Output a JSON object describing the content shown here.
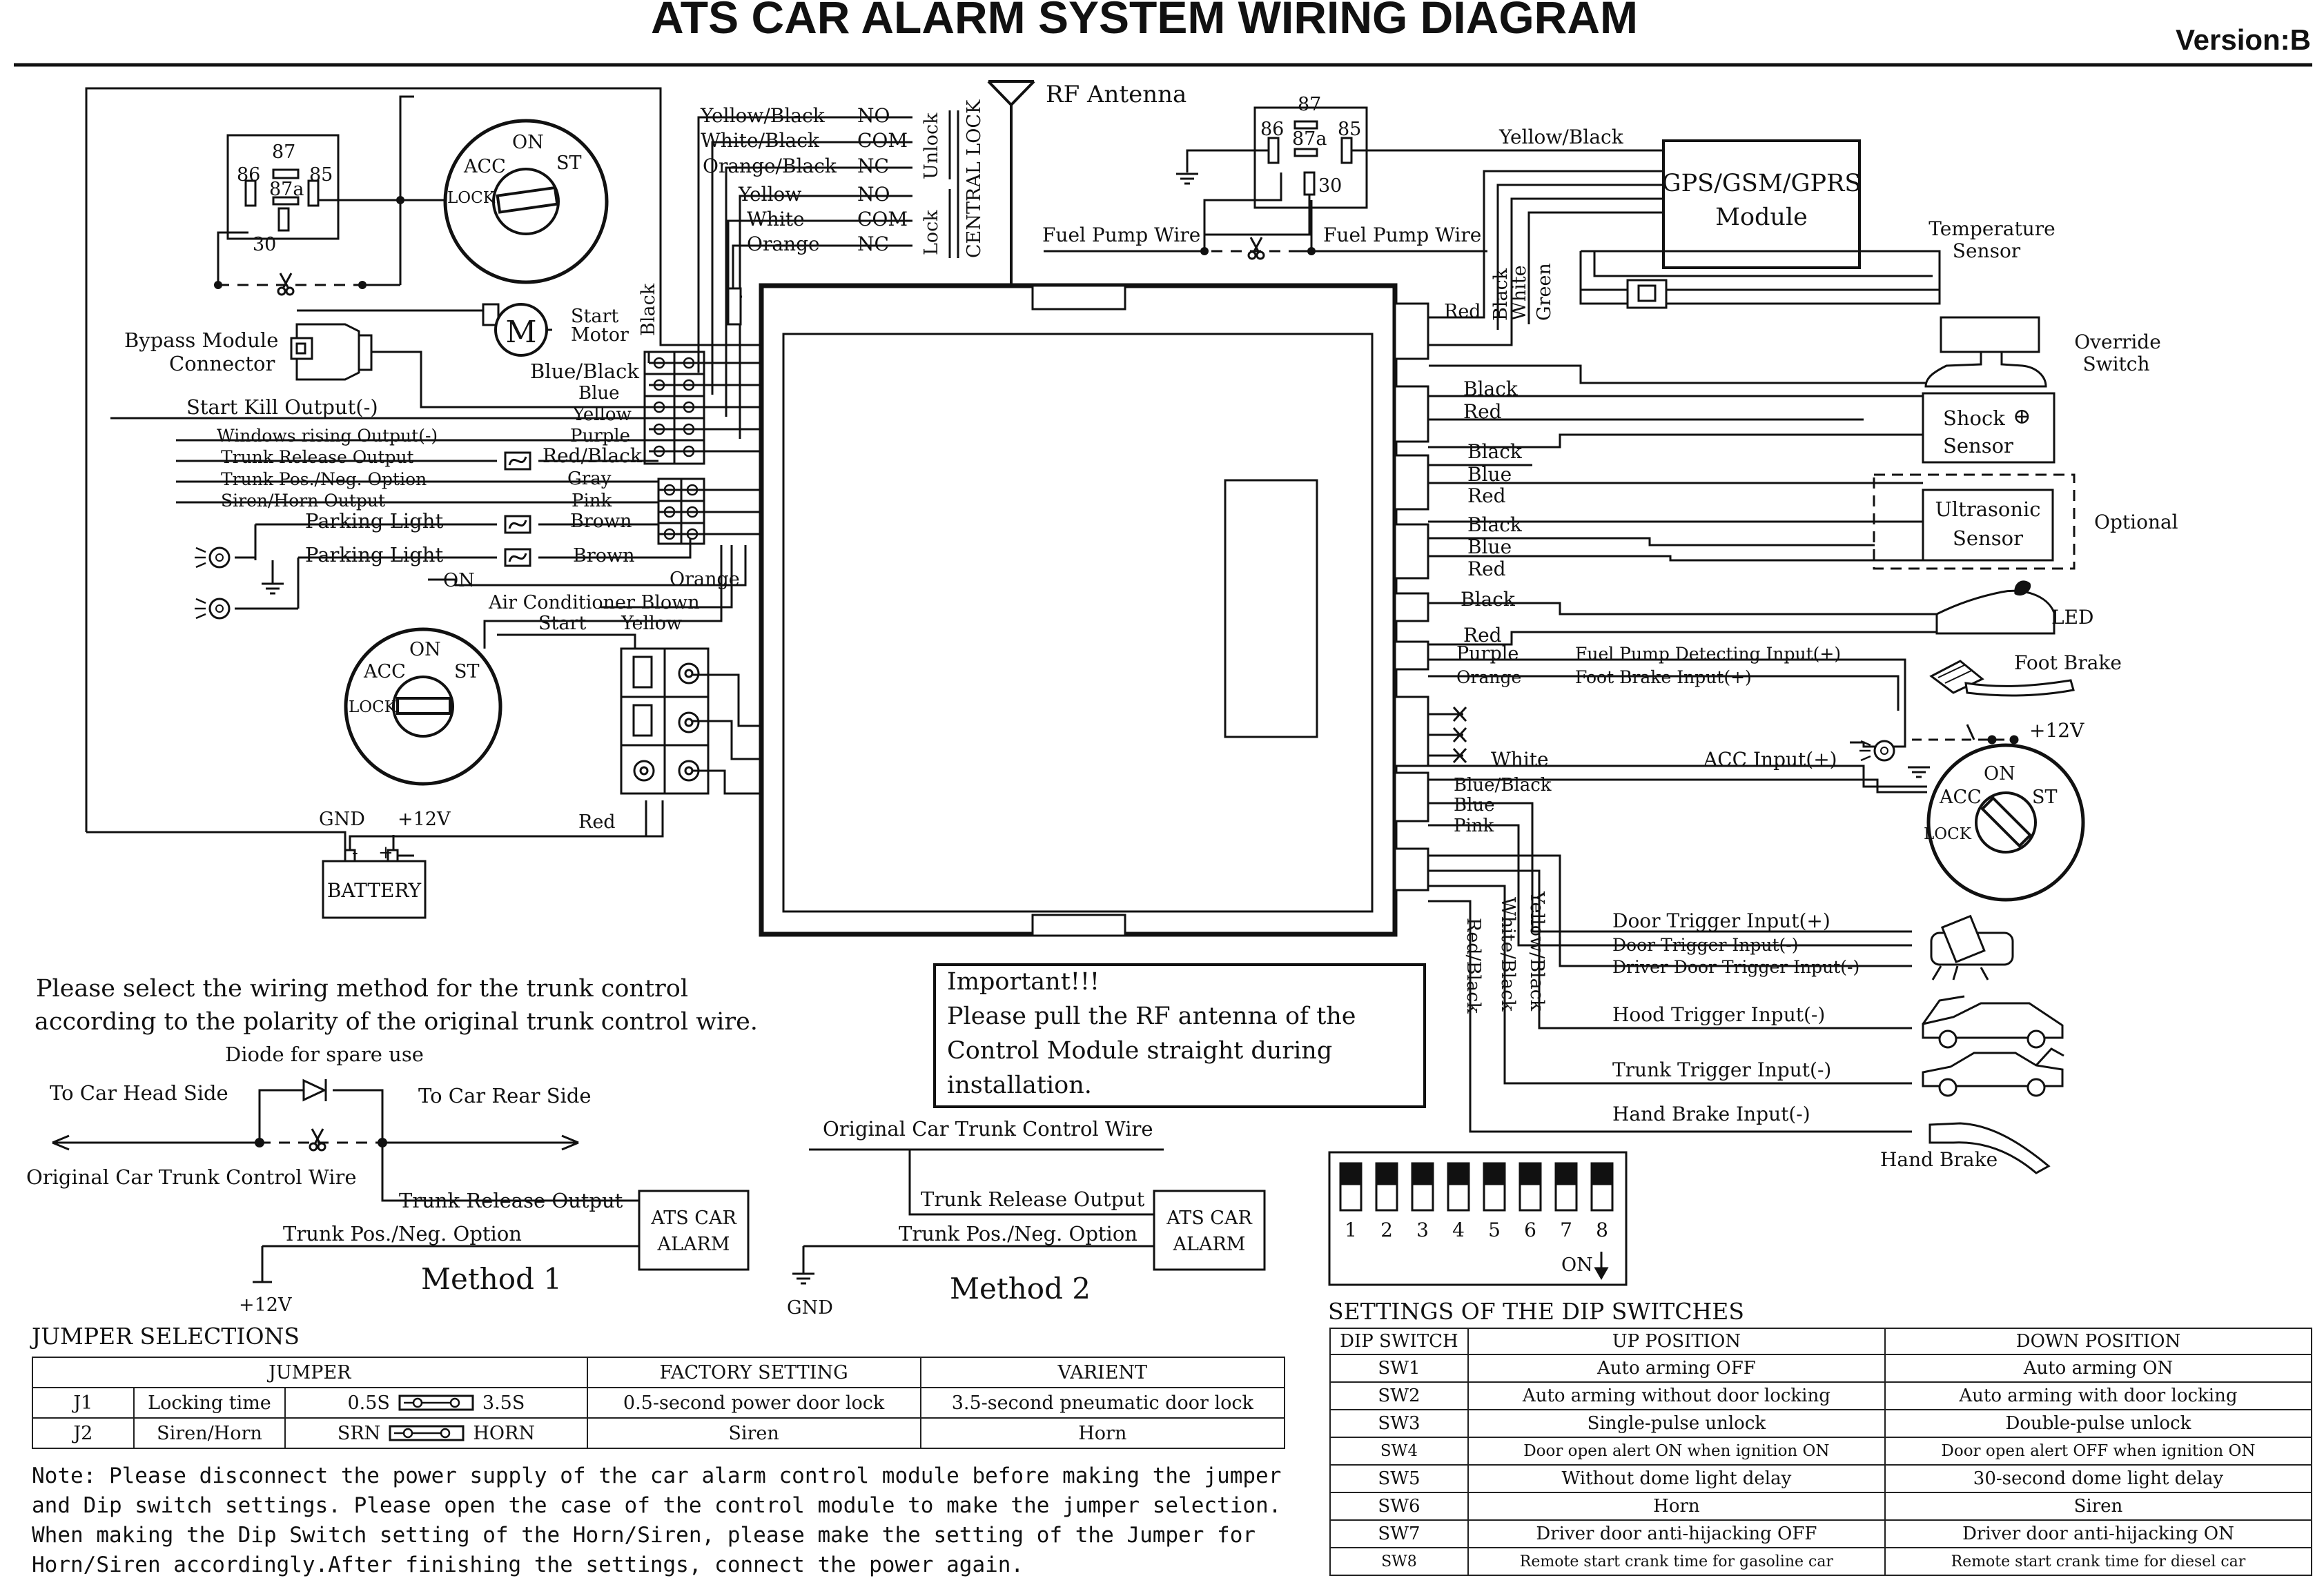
{
  "title": "ATS CAR ALARM SYSTEM WIRING DIAGRAM",
  "version": "Version:B",
  "antenna": "RF Antenna",
  "relay_pins": {
    "p87": "87",
    "p87a": "87a",
    "p86": "86",
    "p85": "85",
    "p30": "30"
  },
  "ignition": {
    "on": "ON",
    "acc": "ACC",
    "st": "ST",
    "lock": "LOCK"
  },
  "motor": {
    "symbol": "M",
    "label1": "Start",
    "label2": "Motor"
  },
  "bypass": {
    "line1": "Bypass Module",
    "line2": "Connector"
  },
  "central_lock": {
    "group": "CENTRAL LOCK",
    "unlock": "Unlock",
    "lock": "Lock",
    "wires": [
      {
        "color": "Yellow/Black",
        "pin": "NO"
      },
      {
        "color": "White/Black",
        "pin": "COM"
      },
      {
        "color": "Orange/Black",
        "pin": "NC"
      },
      {
        "color": "Yellow",
        "pin": "NO"
      },
      {
        "color": "White",
        "pin": "COM"
      },
      {
        "color": "Orange",
        "pin": "NC"
      }
    ]
  },
  "left_wires": {
    "black": "Black",
    "colors": [
      "Blue/Black",
      "Blue",
      "Yellow",
      "Purple",
      "Red/Black",
      "Gray",
      "Pink",
      "Brown",
      "Brown",
      "Orange"
    ],
    "functions": [
      "Start Kill Output(-)",
      "Windows rising Output(-)",
      "Trunk Release Output",
      "Trunk Pos./Neg. Option",
      "Siren/Horn Output",
      "Parking Light",
      "Parking Light"
    ],
    "on_label": "ON",
    "ac_blown": "Air Conditioner Blown",
    "start": "Start",
    "start_yellow": "Yellow",
    "gnd": "GND",
    "v12": "+12V",
    "red": "Red",
    "battery": "BATTERY",
    "minus": "-",
    "plus": "+"
  },
  "fuel_pump": {
    "wire_left": "Fuel Pump Wire",
    "wire_right": "Fuel Pump Wire",
    "yellow_black": "Yellow/Black"
  },
  "gps": {
    "line1": "GPS/GSM/GPRS",
    "line2": "Module",
    "red": "Red",
    "black": "Black",
    "white": "White",
    "green": "Green"
  },
  "right": {
    "temperature": {
      "line1": "Temperature",
      "line2": "Sensor"
    },
    "override": {
      "line1": "Override",
      "line2": "Switch"
    },
    "shock": {
      "line1": "Shock",
      "line2": "Sensor",
      "plus": "⊕"
    },
    "ultrasonic": {
      "line1": "Ultrasonic",
      "line2": "Sensor"
    },
    "optional": "Optional",
    "led": "LED",
    "foot_brake": "Foot Brake",
    "v12": "+12V",
    "wire_black1": "Black",
    "wire_red1": "Red",
    "wire_black2": "Black",
    "wire_blue2": "Blue",
    "wire_red2": "Red",
    "wire_black3": "Black",
    "wire_blue3": "Blue",
    "wire_red3": "Red",
    "wire_black4": "Black",
    "wire_red4": "Red",
    "purple": "Purple",
    "orange": "Orange",
    "fuel_detect": "Fuel Pump Detecting Input(+)",
    "foot_input": "Foot Brake Input(+)",
    "white": "White",
    "acc_input": "ACC Input(+)",
    "blue_black": "Blue/Black",
    "blue": "Blue",
    "pink": "Pink",
    "yellow_black": "Yellow/Black",
    "white_black": "White/Black",
    "red_black": "Red/Black",
    "door_pos": "Door Trigger Input(+)",
    "door_neg": "Door Trigger Input(-)",
    "driver_door": "Driver Door Trigger Input(-)",
    "hood": "Hood Trigger Input(-)",
    "trunk": "Trunk Trigger Input(-)",
    "hand_brake_input": "Hand Brake Input(-)",
    "hand_brake": "Hand Brake"
  },
  "important": {
    "lines": [
      "Important!!!",
      "Please pull the RF antenna of the",
      "Control Module straight during",
      "installation."
    ]
  },
  "trunk_method": {
    "intro1": "Please select the wiring method for the trunk control",
    "intro2": "according to the polarity of the original trunk control wire.",
    "diode": "Diode for spare use",
    "to_head": "To Car Head Side",
    "to_rear": "To Car Rear Side",
    "orig_wire": "Original Car Trunk Control Wire",
    "trunk_release": "Trunk Release Output",
    "trunk_pos_neg": "Trunk Pos./Neg. Option",
    "ats_alarm1": "ATS CAR",
    "ats_alarm2": "ALARM",
    "v12": "+12V",
    "method1": "Method 1",
    "orig_wire2": "Original Car Trunk Control Wire",
    "trunk_release2": "Trunk Release Output",
    "trunk_pos_neg2": "Trunk Pos./Neg. Option",
    "gnd": "GND",
    "method2": "Method 2"
  },
  "dip": {
    "numbers": [
      "1",
      "2",
      "3",
      "4",
      "5",
      "6",
      "7",
      "8"
    ],
    "on": "ON",
    "heading": "SETTINGS OF THE DIP SWITCHES"
  },
  "jumper": {
    "heading": "JUMPER SELECTIONS",
    "headers": [
      "JUMPER",
      "FACTORY SETTING",
      "VARIENT"
    ],
    "rows": [
      {
        "id": "J1",
        "name": "Locking time",
        "left": "0.5S",
        "right": "3.5S",
        "factory": "0.5-second power door lock",
        "variant": "3.5-second pneumatic door lock"
      },
      {
        "id": "J2",
        "name": "Siren/Horn",
        "left": "SRN",
        "right": "HORN",
        "factory": "Siren",
        "variant": "Horn"
      }
    ]
  },
  "dip_table": {
    "headers": [
      "DIP SWITCH",
      "UP POSITION",
      "DOWN POSITION"
    ],
    "rows": [
      [
        "SW1",
        "Auto arming OFF",
        "Auto arming ON"
      ],
      [
        "SW2",
        "Auto arming without door locking",
        "Auto arming with door locking"
      ],
      [
        "SW3",
        "Single-pulse unlock",
        "Double-pulse unlock"
      ],
      [
        "SW4",
        "Door open alert ON when ignition ON",
        "Door open alert OFF when ignition ON"
      ],
      [
        "SW5",
        "Without dome light delay",
        "30-second dome light delay"
      ],
      [
        "SW6",
        "Horn",
        "Siren"
      ],
      [
        "SW7",
        "Driver door anti-hijacking OFF",
        "Driver door anti-hijacking ON"
      ],
      [
        "SW8",
        "Remote start crank time for gasoline car",
        "Remote start crank time for diesel car"
      ]
    ]
  },
  "note": {
    "lines": [
      "Note: Please disconnect the power supply of the car alarm control module before making the jumper",
      "and Dip switch settings. Please open the case of the control module to make the jumper selection.",
      "When making the Dip Switch setting of the Horn/Siren, please make the setting of the Jumper for",
      "Horn/Siren accordingly.After finishing the settings, connect the power again."
    ]
  }
}
